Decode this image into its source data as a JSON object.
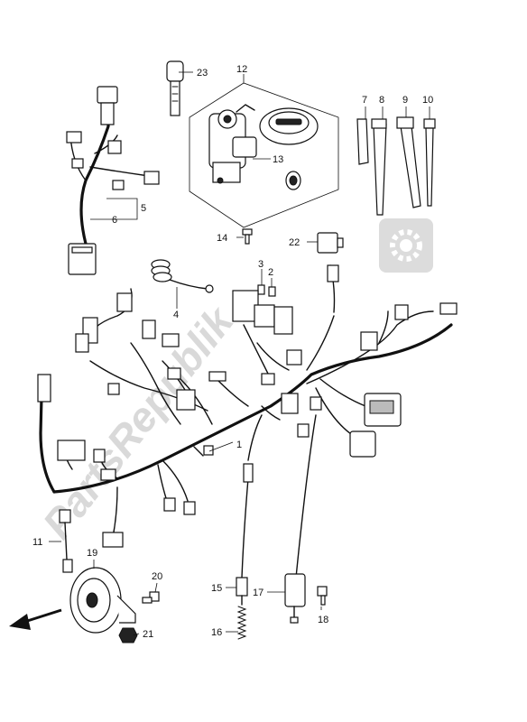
{
  "watermark": "PartsRepublik",
  "callouts": {
    "c1": "1",
    "c2": "2",
    "c3": "3",
    "c4": "4",
    "c5": "5",
    "c6": "6",
    "c7": "7",
    "c8": "8",
    "c9": "9",
    "c10": "10",
    "c11": "11",
    "c12": "12",
    "c13": "13",
    "c14": "14",
    "c15": "15",
    "c16": "16",
    "c17": "17",
    "c18": "18",
    "c19": "19",
    "c20": "20",
    "c21": "21",
    "c22": "22",
    "c23": "23"
  },
  "icons": {
    "watermark_logo": "gear-icon",
    "direction": "front-arrow-icon"
  }
}
